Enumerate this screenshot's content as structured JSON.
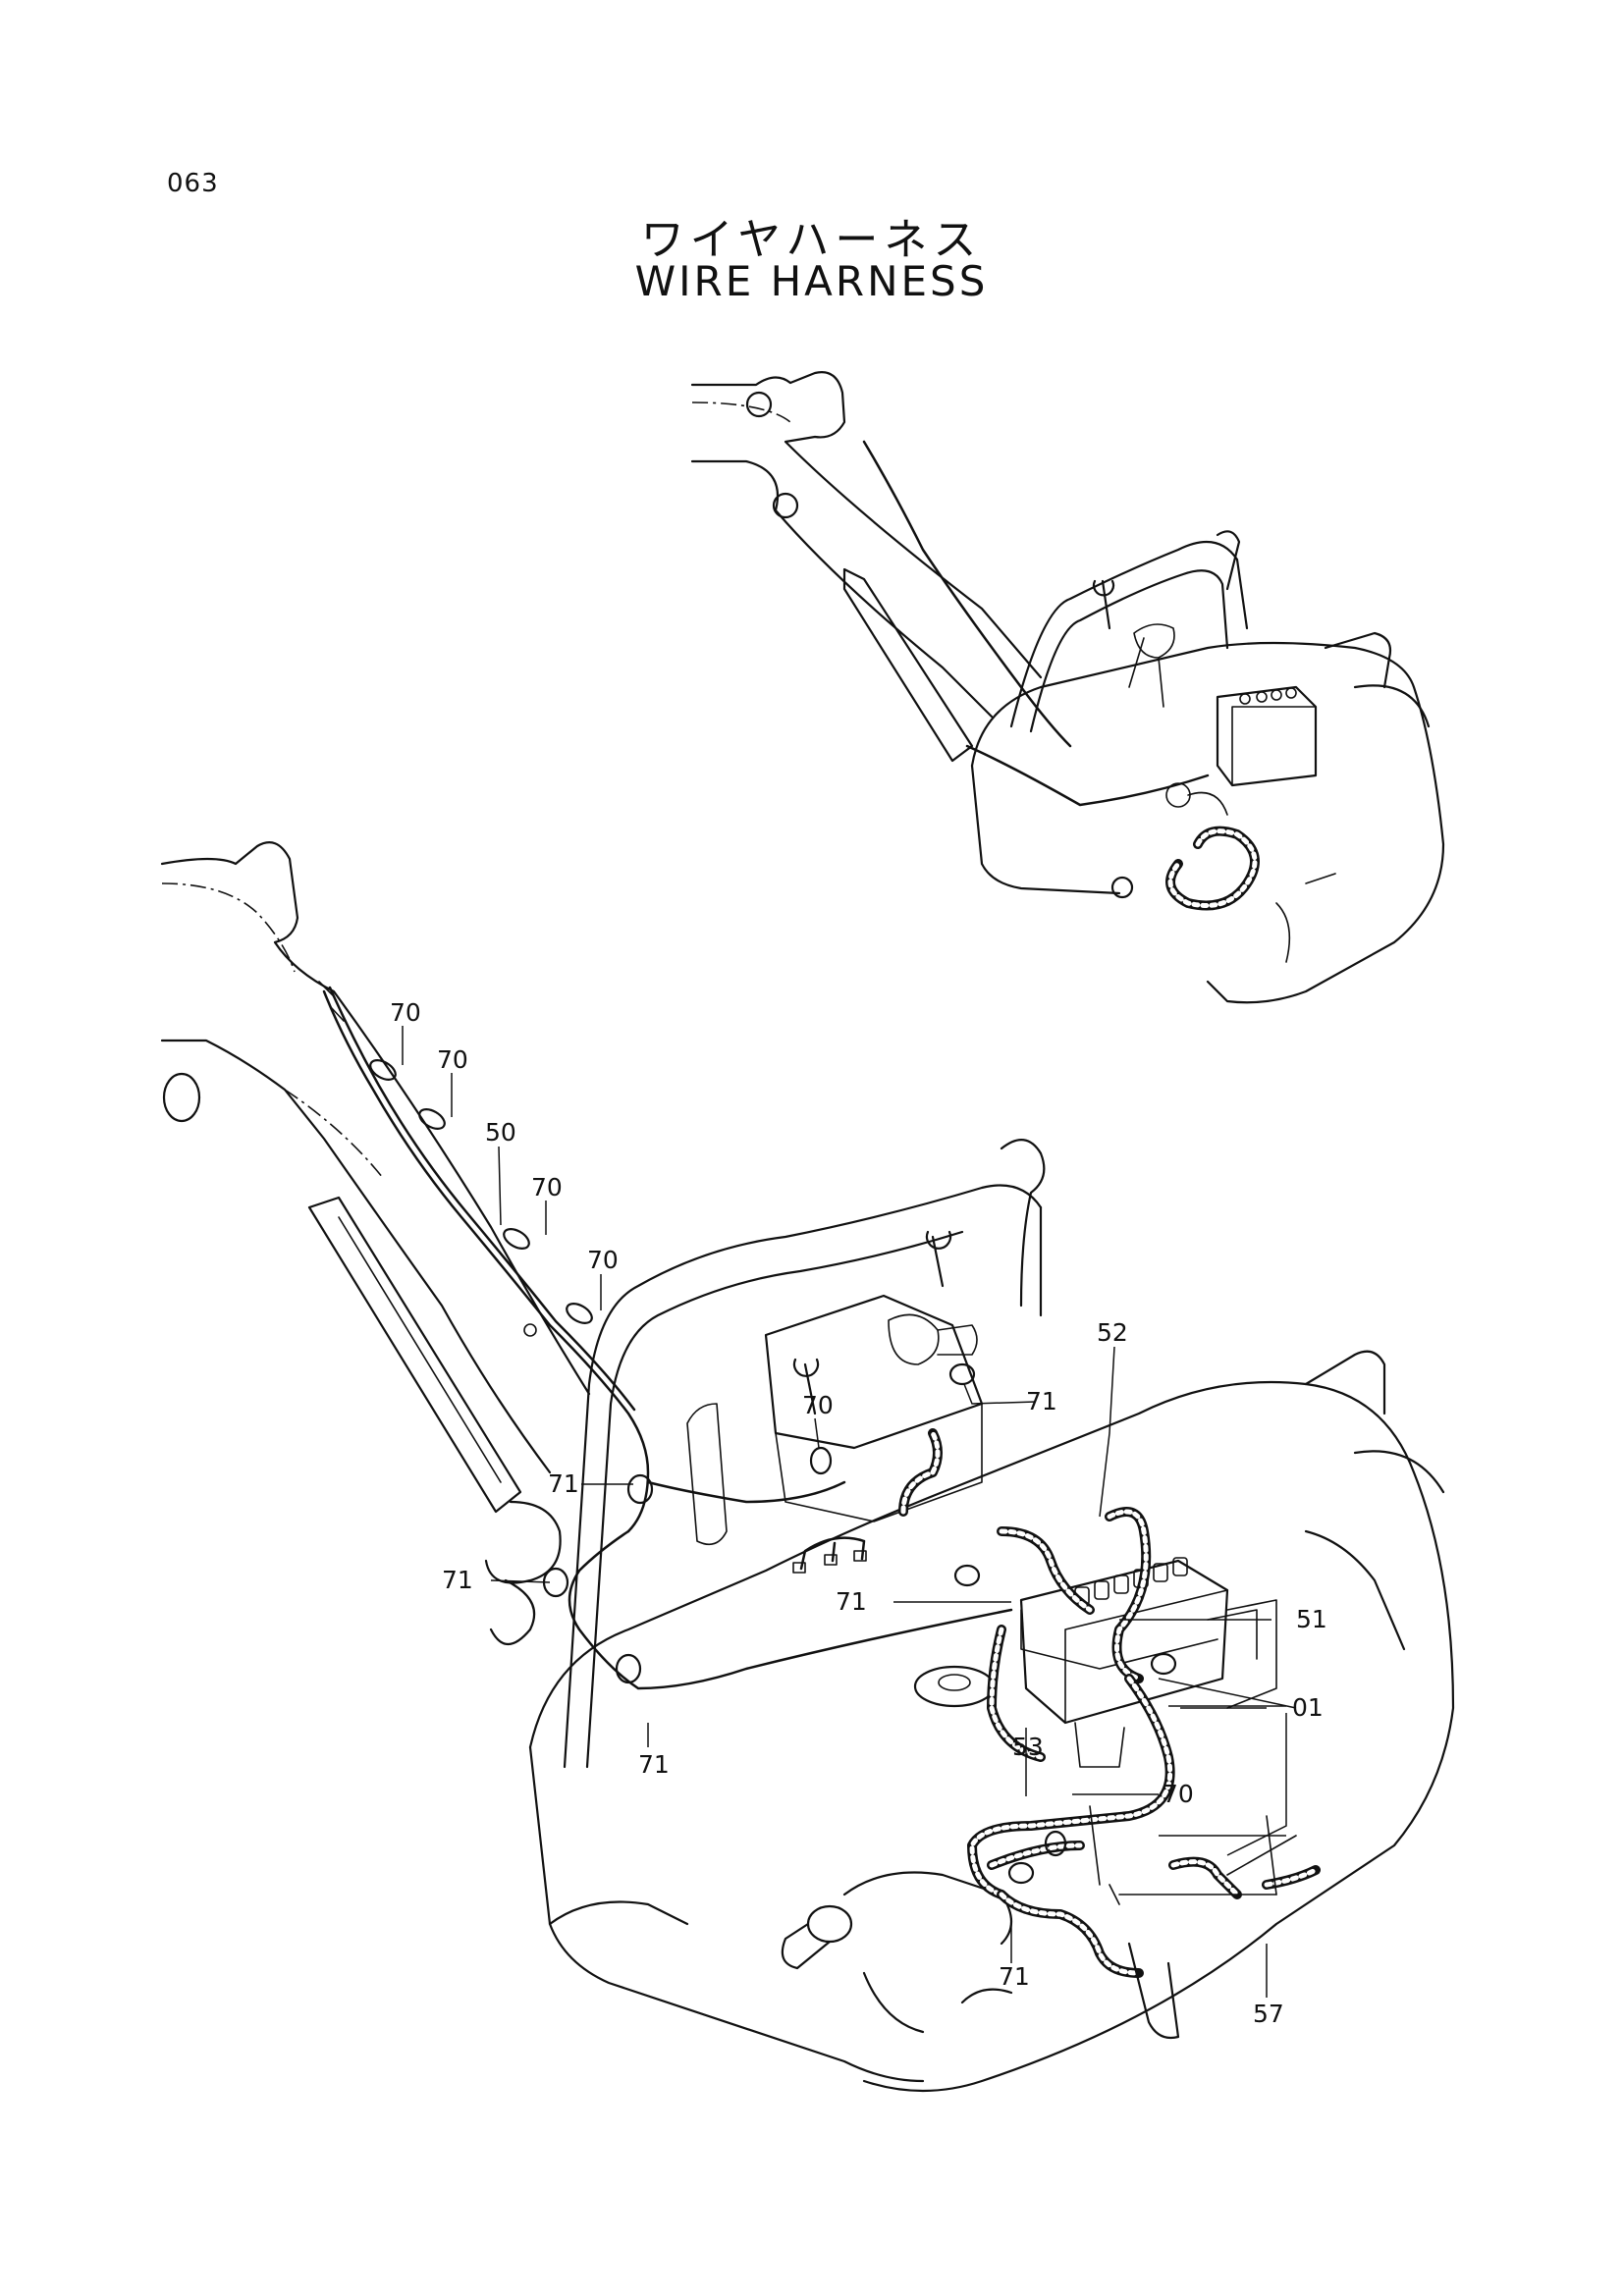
{
  "page_number": "063",
  "title_jp": "ワイヤハーネス",
  "title_en": "WIRE HARNESS",
  "callouts": [
    {
      "id": "c70a",
      "text": "70"
    },
    {
      "id": "c70b",
      "text": "70"
    },
    {
      "id": "c50",
      "text": "50"
    },
    {
      "id": "c70c",
      "text": "70"
    },
    {
      "id": "c70d",
      "text": "70"
    },
    {
      "id": "c52",
      "text": "52"
    },
    {
      "id": "c70e",
      "text": "70"
    },
    {
      "id": "c71a",
      "text": "71"
    },
    {
      "id": "c71b",
      "text": "71"
    },
    {
      "id": "c71c",
      "text": "71"
    },
    {
      "id": "c71d",
      "text": "71"
    },
    {
      "id": "c51",
      "text": "51"
    },
    {
      "id": "c01",
      "text": "01"
    },
    {
      "id": "c53",
      "text": "53"
    },
    {
      "id": "c71e",
      "text": "71"
    },
    {
      "id": "c70f",
      "text": "70"
    },
    {
      "id": "c71f",
      "text": "71"
    },
    {
      "id": "c57",
      "text": "57"
    }
  ]
}
